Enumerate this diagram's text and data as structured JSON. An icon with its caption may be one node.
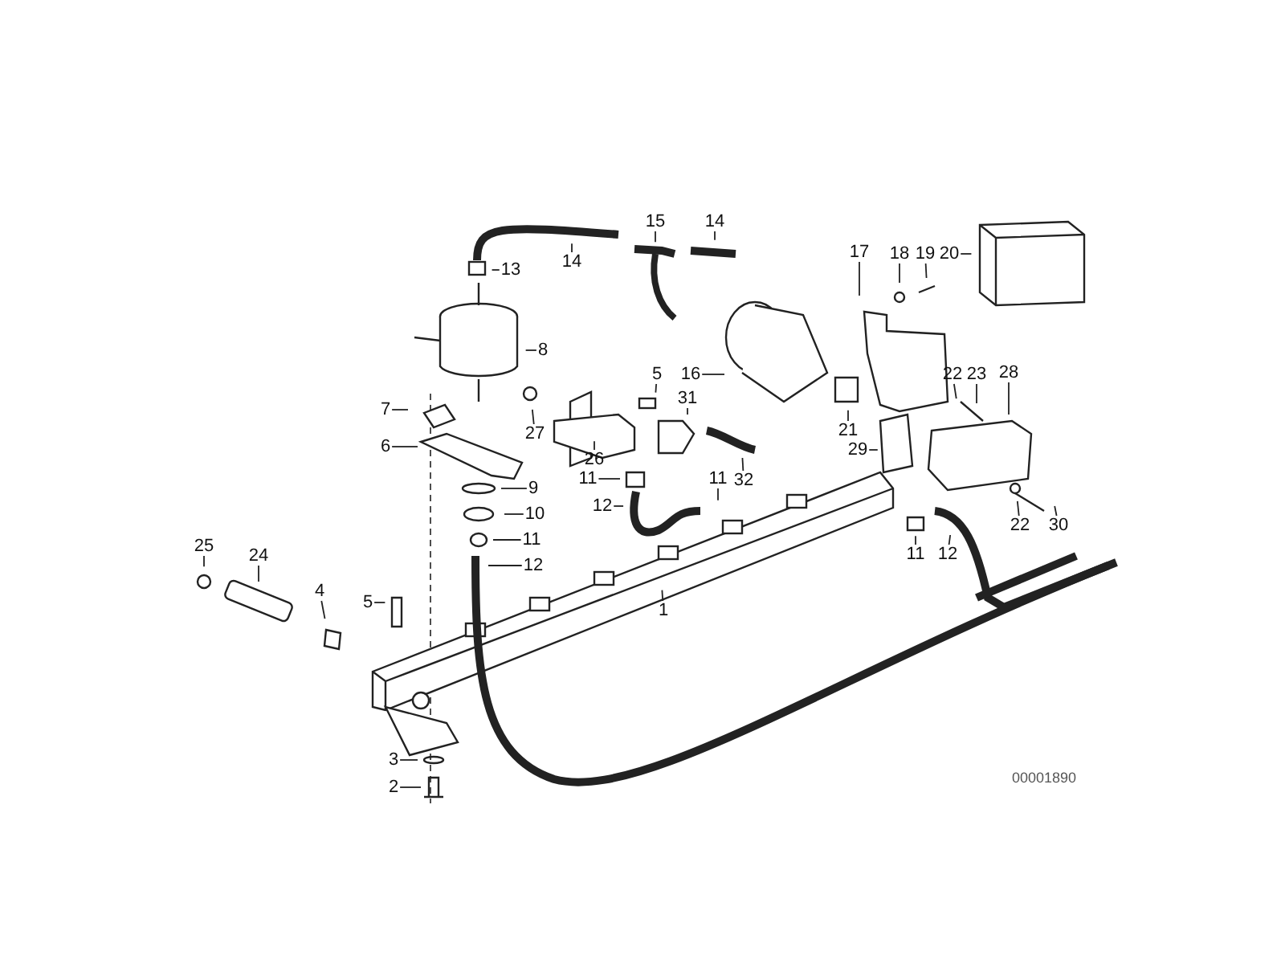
{
  "diagram": {
    "nodes": [
      {
        "text": [
          "15"
        ]
      },
      {
        "text": [
          "14"
        ]
      },
      {
        "text": [
          "17"
        ]
      },
      {
        "text": [
          "18"
        ]
      },
      {
        "text": [
          "19"
        ]
      },
      {
        "text": [
          "20"
        ]
      },
      {
        "text": [
          "14"
        ]
      },
      {
        "text": [
          "13"
        ]
      },
      {
        "text": [
          "8"
        ]
      },
      {
        "text": [
          "16"
        ]
      },
      {
        "text": [
          "5"
        ]
      },
      {
        "text": [
          "22"
        ]
      },
      {
        "text": [
          "23"
        ]
      },
      {
        "text": [
          "28"
        ]
      },
      {
        "text": [
          "31"
        ]
      },
      {
        "text": [
          "7"
        ]
      },
      {
        "text": [
          "27"
        ]
      },
      {
        "text": [
          "21"
        ]
      },
      {
        "text": [
          "6"
        ]
      },
      {
        "text": [
          "29"
        ]
      },
      {
        "text": [
          "26"
        ]
      },
      {
        "text": [
          "11"
        ]
      },
      {
        "text": [
          "11"
        ]
      },
      {
        "text": [
          "32"
        ]
      },
      {
        "text": [
          "9"
        ]
      },
      {
        "text": [
          "12"
        ]
      },
      {
        "text": [
          "10"
        ]
      },
      {
        "text": [
          "22"
        ]
      },
      {
        "text": [
          "30"
        ]
      },
      {
        "text": [
          "11"
        ]
      },
      {
        "text": [
          "25"
        ]
      },
      {
        "text": [
          "24"
        ]
      },
      {
        "text": [
          "12"
        ]
      },
      {
        "text": [
          "11"
        ]
      },
      {
        "text": [
          "12"
        ]
      },
      {
        "text": [
          "4"
        ]
      },
      {
        "text": [
          "5"
        ]
      },
      {
        "text": [
          "1"
        ]
      },
      {
        "text": [
          "3"
        ]
      },
      {
        "text": [
          "2"
        ]
      }
    ],
    "edges": [
      {
        "from": 0,
        "to": null,
        "arrow": "none"
      },
      {
        "from": 1,
        "to": null,
        "arrow": "none"
      },
      {
        "from": 2,
        "to": null,
        "arrow": "none"
      },
      {
        "from": 3,
        "to": null,
        "arrow": "none"
      },
      {
        "from": 4,
        "to": null,
        "arrow": "none"
      },
      {
        "from": 5,
        "to": null,
        "arrow": "none"
      },
      {
        "from": 6,
        "to": null,
        "arrow": "none"
      },
      {
        "from": 7,
        "to": null,
        "arrow": "none"
      },
      {
        "from": 8,
        "to": null,
        "arrow": "none"
      },
      {
        "from": 9,
        "to": null,
        "arrow": "none"
      },
      {
        "from": 10,
        "to": null,
        "arrow": "none"
      },
      {
        "from": 11,
        "to": null,
        "arrow": "none"
      },
      {
        "from": 12,
        "to": null,
        "arrow": "none"
      },
      {
        "from": 13,
        "to": null,
        "arrow": "none"
      },
      {
        "from": 14,
        "to": null,
        "arrow": "none"
      },
      {
        "from": 15,
        "to": null,
        "arrow": "none"
      },
      {
        "from": 16,
        "to": null,
        "arrow": "none"
      },
      {
        "from": 17,
        "to": null,
        "arrow": "none"
      },
      {
        "from": 18,
        "to": null,
        "arrow": "none"
      },
      {
        "from": 19,
        "to": null,
        "arrow": "none"
      },
      {
        "from": 20,
        "to": null,
        "arrow": "none"
      },
      {
        "from": 21,
        "to": null,
        "arrow": "none"
      },
      {
        "from": 22,
        "to": null,
        "arrow": "none"
      },
      {
        "from": 23,
        "to": null,
        "arrow": "none"
      },
      {
        "from": 24,
        "to": null,
        "arrow": "none"
      },
      {
        "from": 25,
        "to": null,
        "arrow": "none"
      },
      {
        "from": 26,
        "to": null,
        "arrow": "none"
      },
      {
        "from": 27,
        "to": null,
        "arrow": "none"
      },
      {
        "from": 28,
        "to": null,
        "arrow": "none"
      },
      {
        "from": 29,
        "to": null,
        "arrow": "none"
      },
      {
        "from": 30,
        "to": null,
        "arrow": "none"
      },
      {
        "from": 31,
        "to": null,
        "arrow": "none"
      },
      {
        "from": 32,
        "to": null,
        "arrow": "none"
      },
      {
        "from": 33,
        "to": null,
        "arrow": "none"
      },
      {
        "from": 34,
        "to": null,
        "arrow": "none"
      },
      {
        "from": 35,
        "to": null,
        "arrow": "none"
      },
      {
        "from": 36,
        "to": null,
        "arrow": "none"
      },
      {
        "from": 37,
        "to": null,
        "arrow": "none"
      },
      {
        "from": 38,
        "to": null,
        "arrow": "none"
      },
      {
        "from": 39,
        "to": null,
        "arrow": "none"
      }
    ],
    "labels": [
      "00001890"
    ]
  }
}
